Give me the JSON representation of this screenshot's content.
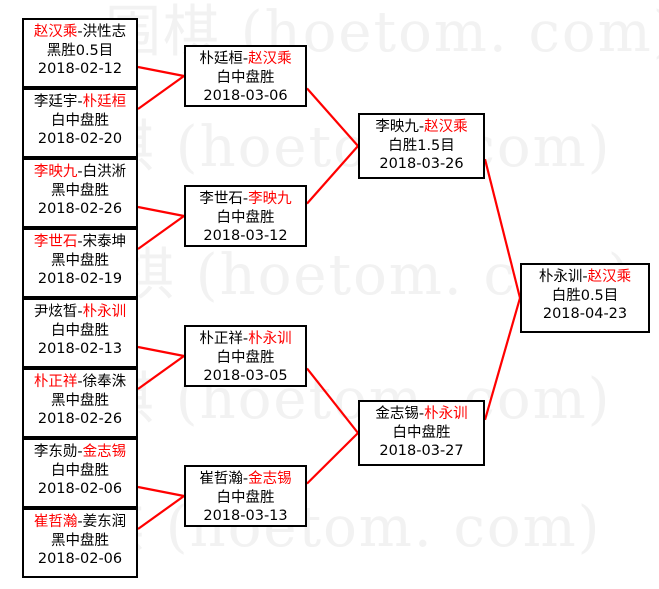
{
  "diagram": {
    "type": "single-elimination-bracket",
    "title_watermark": "围棋 (hoetom.com)",
    "winner_color": "#ff0000",
    "loser_color": "#000000",
    "connector_color": "#ff0000",
    "box_border_color": "#000000"
  },
  "watermark": {
    "lines": [
      "围棋 (hoetom. com)",
      "围棋 (hoetom. com)",
      "围棋 (hoetom. com)",
      "围棋 (hoetom. com)",
      "围棋 (hoetom. com)"
    ]
  },
  "rounds": [
    {
      "name": "round-1",
      "matches": [
        {
          "id": "r1m1",
          "left": "赵汉乘",
          "right": "洪性志",
          "left_won": true,
          "result": "黑胜0.5目",
          "date": "2018-02-12"
        },
        {
          "id": "r1m2",
          "left": "李廷宇",
          "right": "朴廷桓",
          "left_won": false,
          "result": "白中盘胜",
          "date": "2018-02-20"
        },
        {
          "id": "r1m3",
          "left": "李映九",
          "right": "白洪淅",
          "left_won": true,
          "result": "黑中盘胜",
          "date": "2018-02-26"
        },
        {
          "id": "r1m4",
          "left": "李世石",
          "right": "宋泰坤",
          "left_won": true,
          "result": "黑中盘胜",
          "date": "2018-02-19"
        },
        {
          "id": "r1m5",
          "left": "尹炫晳",
          "right": "朴永训",
          "left_won": false,
          "result": "白中盘胜",
          "date": "2018-02-13"
        },
        {
          "id": "r1m6",
          "left": "朴正祥",
          "right": "徐奉洙",
          "left_won": true,
          "result": "黑中盘胜",
          "date": "2018-02-26"
        },
        {
          "id": "r1m7",
          "left": "李东勋",
          "right": "金志锡",
          "left_won": false,
          "result": "白中盘胜",
          "date": "2018-02-06"
        },
        {
          "id": "r1m8",
          "left": "崔哲瀚",
          "right": "姜东润",
          "left_won": true,
          "result": "黑中盘胜",
          "date": "2018-02-06"
        }
      ]
    },
    {
      "name": "round-2",
      "matches": [
        {
          "id": "r2m1",
          "left": "朴廷桓",
          "right": "赵汉乘",
          "left_won": false,
          "result": "白中盘胜",
          "date": "2018-03-06"
        },
        {
          "id": "r2m2",
          "left": "李世石",
          "right": "李映九",
          "left_won": false,
          "result": "白中盘胜",
          "date": "2018-03-12"
        },
        {
          "id": "r2m3",
          "left": "朴正祥",
          "right": "朴永训",
          "left_won": false,
          "result": "白中盘胜",
          "date": "2018-03-05"
        },
        {
          "id": "r2m4",
          "left": "崔哲瀚",
          "right": "金志锡",
          "left_won": false,
          "result": "白中盘胜",
          "date": "2018-03-13"
        }
      ]
    },
    {
      "name": "semifinal",
      "matches": [
        {
          "id": "r3m1",
          "left": "李映九",
          "right": "赵汉乘",
          "left_won": false,
          "result": "白胜1.5目",
          "date": "2018-03-26"
        },
        {
          "id": "r3m2",
          "left": "金志锡",
          "right": "朴永训",
          "left_won": false,
          "result": "白中盘胜",
          "date": "2018-03-27"
        }
      ]
    },
    {
      "name": "final",
      "matches": [
        {
          "id": "r4m1",
          "left": "朴永训",
          "right": "赵汉乘",
          "left_won": false,
          "result": "白胜0.5目",
          "date": "2018-04-23"
        }
      ]
    }
  ]
}
